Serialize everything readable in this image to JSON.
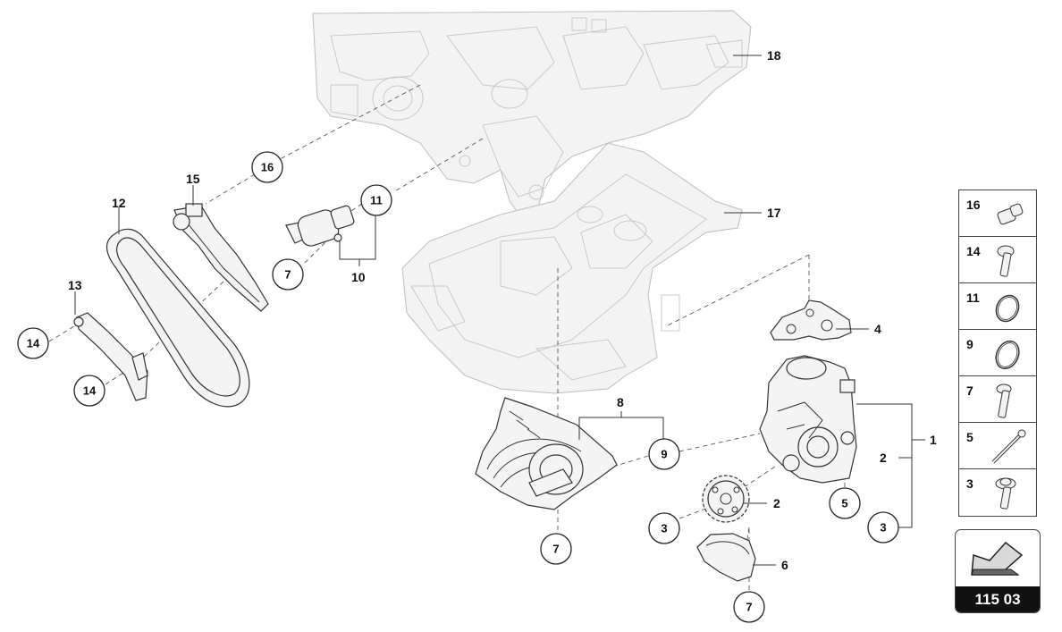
{
  "callouts": {
    "c1": "1",
    "c2a": "2",
    "c2b": "2",
    "c4": "4",
    "c6": "6",
    "c8": "8",
    "c10": "10",
    "c12": "12",
    "c13": "13",
    "c15": "15",
    "c17": "17",
    "c18": "18",
    "b16": "16",
    "b11": "11",
    "b7a": "7",
    "b14a": "14",
    "b14b": "14",
    "b9": "9",
    "b5": "5",
    "b3a": "3",
    "b3b": "3",
    "b7b": "7",
    "b7c": "7"
  },
  "legend": [
    {
      "number": "16",
      "icon": "sleeve-icon"
    },
    {
      "number": "14",
      "icon": "torx-bolt-icon"
    },
    {
      "number": "11",
      "icon": "o-ring-icon"
    },
    {
      "number": "9",
      "icon": "o-ring-icon"
    },
    {
      "number": "7",
      "icon": "bolt-icon"
    },
    {
      "number": "5",
      "icon": "long-bolt-icon"
    },
    {
      "number": "3",
      "icon": "flange-bolt-icon"
    }
  ],
  "badge": {
    "code": "115 03",
    "icon": "arrow-icon"
  }
}
